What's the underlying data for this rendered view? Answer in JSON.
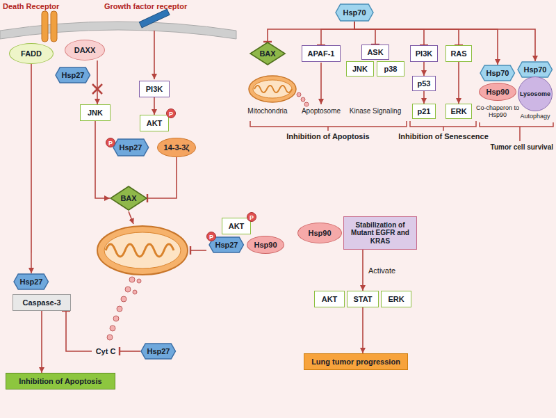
{
  "diagram": {
    "nodes": [
      {
        "text": [
          "FADD"
        ]
      },
      {
        "text": [
          "DAXX"
        ]
      },
      {
        "text": [
          "Hsp27"
        ]
      },
      {
        "text": [
          "PI3K"
        ]
      },
      {
        "text": [
          "JNK"
        ]
      },
      {
        "text": [
          "AKT"
        ]
      },
      {
        "text": [
          "Hsp27"
        ]
      },
      {
        "text": [
          "14-3-3ζ"
        ]
      },
      {
        "text": [
          "BAX"
        ]
      },
      {
        "text": [
          "Hsp27"
        ]
      },
      {
        "text": [
          "Caspase-3"
        ]
      },
      {
        "text": [
          "AKT"
        ]
      },
      {
        "text": [
          "Hsp27"
        ]
      },
      {
        "text": [
          "Hsp90"
        ]
      },
      {
        "text": [
          "Cyt C"
        ]
      },
      {
        "text": [
          "Hsp27"
        ]
      },
      {
        "text": [
          "Inhibition of Apoptosis"
        ]
      },
      {
        "text": [
          "Hsp70"
        ]
      },
      {
        "text": [
          "BAX"
        ]
      },
      {
        "text": [
          "APAF-1"
        ]
      },
      {
        "text": [
          "ASK"
        ]
      },
      {
        "text": [
          "JNK"
        ]
      },
      {
        "text": [
          "p38"
        ]
      },
      {
        "text": [
          "PI3K"
        ]
      },
      {
        "text": [
          "p53"
        ]
      },
      {
        "text": [
          "p21"
        ]
      },
      {
        "text": [
          "RAS"
        ]
      },
      {
        "text": [
          "ERK"
        ]
      },
      {
        "text": [
          "Hsp70"
        ]
      },
      {
        "text": [
          "Hsp90"
        ]
      },
      {
        "text": [
          "Hsp70"
        ]
      },
      {
        "text": [
          "Lysosome"
        ]
      },
      {
        "text": [
          "Hsp90"
        ]
      },
      {
        "text": [
          "Stabilization of Mutant EGFR and KRAS"
        ]
      },
      {
        "text": [
          "AKT"
        ]
      },
      {
        "text": [
          "STAT"
        ]
      },
      {
        "text": [
          "ERK"
        ]
      },
      {
        "text": [
          "Lung tumor progression"
        ]
      }
    ],
    "edges": [
      {
        "from": 0,
        "to": 9,
        "arrow": "to"
      },
      {
        "from": 1,
        "to": 4,
        "arrow": "to"
      },
      {
        "from": 3,
        "to": 5,
        "arrow": "to"
      },
      {
        "from": 4,
        "to": 8,
        "arrow": "to"
      },
      {
        "from": 7,
        "to": 8,
        "arrow": "to"
      },
      {
        "from": 10,
        "to": 16,
        "arrow": "to"
      },
      {
        "from": 14,
        "to": 10,
        "arrow": "to"
      },
      {
        "from": 15,
        "to": 14,
        "arrow": "to"
      },
      {
        "from": 17,
        "to": 18,
        "arrow": "to"
      },
      {
        "from": 17,
        "to": 19,
        "arrow": "to"
      },
      {
        "from": 17,
        "to": 20,
        "arrow": "to"
      },
      {
        "from": 17,
        "to": 23,
        "arrow": "to"
      },
      {
        "from": 17,
        "to": 26,
        "arrow": "to"
      },
      {
        "from": 17,
        "to": 28,
        "arrow": "to"
      },
      {
        "from": 17,
        "to": 30,
        "arrow": "to"
      },
      {
        "from": 23,
        "to": 24,
        "arrow": "to"
      },
      {
        "from": 24,
        "to": 25,
        "arrow": "to"
      },
      {
        "from": 26,
        "to": 27,
        "arrow": "to"
      },
      {
        "from": 33,
        "to": 35,
        "label": "Activate",
        "arrow": "to"
      },
      {
        "from": 35,
        "to": 37,
        "arrow": "to"
      }
    ],
    "labels": [
      "Death Receptor",
      "Growth factor receptor",
      "P",
      "P",
      "P",
      "P",
      "Mitochondria",
      "Apoptosome",
      "Kinase Signaling",
      "Inhibition of Apoptosis",
      "Inhibition of Senescence",
      "Co-chaperon to Hsp90",
      "Autophagy",
      "Tumor cell survival"
    ]
  }
}
